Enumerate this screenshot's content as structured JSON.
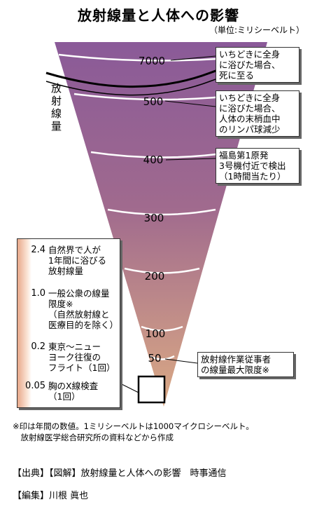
{
  "title": "放射線量と人体への影響",
  "unit": "（単位:ミリシーベルト）",
  "axis_label": "放射線量",
  "scale": [
    {
      "value": "7000"
    },
    {
      "value": "500"
    },
    {
      "value": "400"
    },
    {
      "value": "300"
    },
    {
      "value": "200"
    },
    {
      "value": "100"
    },
    {
      "value": "50"
    }
  ],
  "callouts": [
    {
      "text": "いちどきに全身\nに浴びた場合、\n死に至る"
    },
    {
      "text": "いちどきに全身\nに浴びた場合、\n人体の末梢血中\nのリンパ球減少"
    },
    {
      "text": "福島第1原発\n3号機付近で検出\n（1時間当たり）"
    },
    {
      "text": "放射線作業従事者\nの線量最大限度※"
    }
  ],
  "legend": [
    {
      "value": "2.4",
      "text": "自然界で人が\n1年間に浴びる\n放射線量"
    },
    {
      "value": "1.0",
      "text": "一般公衆の線量\n限度※\n（自然放射線と\n医療目的を除く）"
    },
    {
      "value": "0.2",
      "text": "東京～ニュー\nヨーク往復の\nフライト（1回）"
    },
    {
      "value": "0.05",
      "text": "胸のX線検査\n（1回）"
    }
  ],
  "footnote": "※印は年間の数値。1ミリシーベルトは1000マイクロシーベルト。\n　放射線医学総合研究所の資料などから作成",
  "credits": {
    "source": "【出典】【図解】放射線量と人体への影響　時事通信",
    "editor": "【編集】川根 眞也"
  },
  "colors": {
    "cone_top": "#8a5a98",
    "cone_mid": "#a26a90",
    "cone_bottom": "#d4a585"
  }
}
